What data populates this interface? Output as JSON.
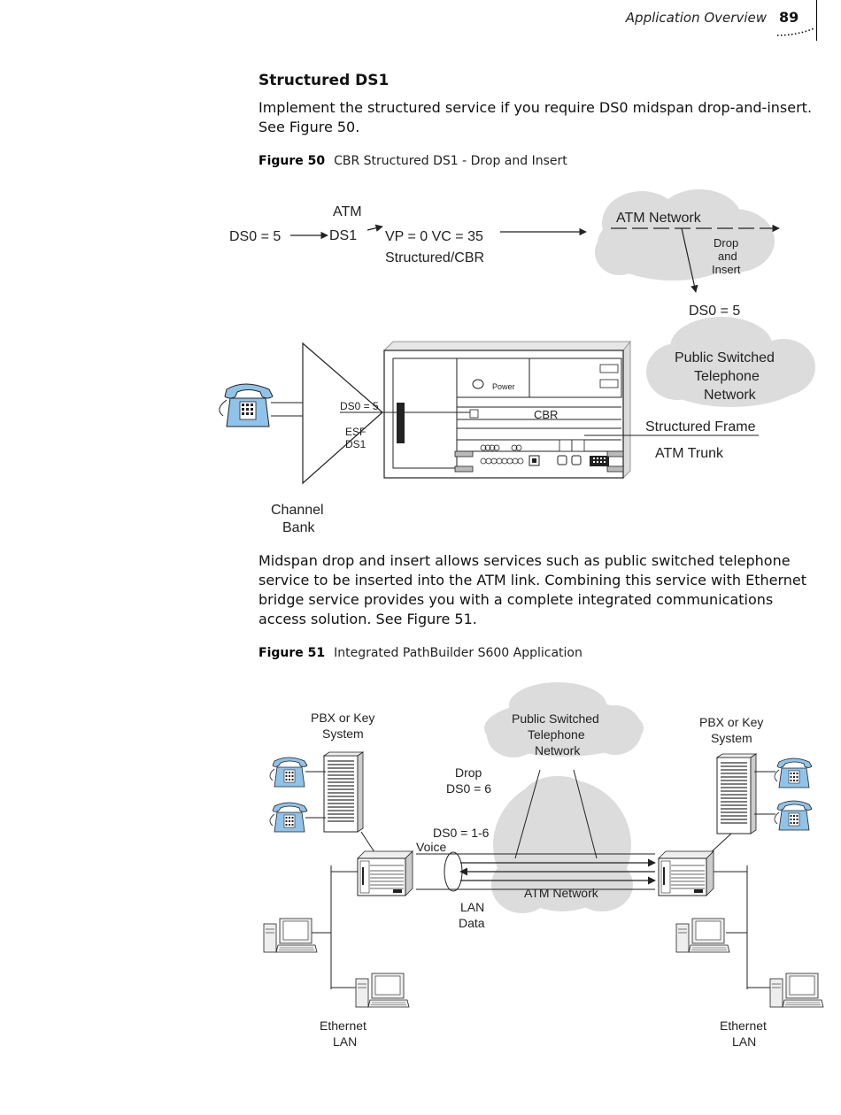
{
  "header": {
    "title": "Application Overview",
    "page_number": "89"
  },
  "section": {
    "heading": "Structured DS1",
    "intro": "Implement the structured service if you require DS0 midspan drop-and-insert. See Figure 50.",
    "midspan": "Midspan drop and insert allows services such as public switched telephone service to be inserted into the ATM link. Combining this service with Ethernet bridge service provides you with a complete integrated communications access solution. See Figure 51."
  },
  "figure50": {
    "label": "Figure 50",
    "caption": "CBR Structured DS1 - Drop and Insert",
    "ds0_in": "DS0 = 5",
    "atm": "ATM",
    "ds1": "DS1",
    "vp_vc": "VP = 0  VC = 35",
    "structured_cbr": "Structured/CBR",
    "atm_network": "ATM Network",
    "drop": "Drop",
    "and": "and",
    "insert": "Insert",
    "ds0_out": "DS0 = 5",
    "pstn_line1": "Public Switched",
    "pstn_line2": "Telephone",
    "pstn_line3": "Network",
    "power": "Power",
    "ds0_bank": "DS0 = 5",
    "esf": "ESF",
    "ds1_bank": "DS1",
    "cbr": "CBR",
    "structured_frame": "Structured Frame",
    "atm_trunk": "ATM Trunk",
    "channel": "Channel",
    "bank": "Bank"
  },
  "figure51": {
    "label": "Figure 51",
    "caption": "Integrated PathBuilder S600 Application",
    "pbx_left_1": "PBX or Key",
    "pbx_left_2": "System",
    "pbx_right_1": "PBX or Key",
    "pbx_right_2": "System",
    "pstn_1": "Public Switched",
    "pstn_2": "Telephone",
    "pstn_3": "Network",
    "drop": "Drop",
    "ds0_6": "DS0 = 6",
    "ds0_1_6": "DS0 = 1-6",
    "voice": "Voice",
    "atm_network": "ATM Network",
    "lan": "LAN",
    "data": "Data",
    "eth_left_1": "Ethernet",
    "eth_left_2": "LAN",
    "eth_right_1": "Ethernet",
    "eth_right_2": "LAN"
  },
  "colors": {
    "cloud": "#dcdcdc",
    "phone": "#8fc3ea",
    "line": "#222222"
  }
}
